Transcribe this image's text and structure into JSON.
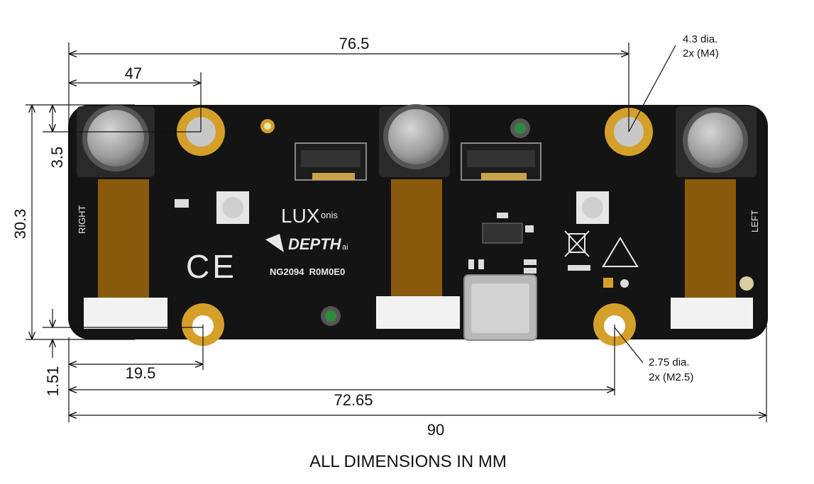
{
  "dimensions": {
    "top_holes_span": "76.5",
    "left_edge_to_hole": "47",
    "hole_offset_vertical": "3.5",
    "board_height": "30.3",
    "bottom_offset": "1.51",
    "left_edge_to_bottom_hole": "19.5",
    "bottom_holes_span": "72.65",
    "board_width": "90"
  },
  "callouts": {
    "top_hole_line1": "4.3 dia.",
    "top_hole_line2": "2x (M4)",
    "bottom_hole_line1": "2.75 dia.",
    "bottom_hole_line2": "2x (M2.5)"
  },
  "board_labels": {
    "right": "RIGHT",
    "left": "LEFT",
    "ce": "CE",
    "brand": "LUX",
    "brand_suffix": "onis",
    "depth": "DEPTH",
    "depth_suffix": "ai",
    "part_number": "NG2094  R0M0E0"
  },
  "footer": "ALL DIMENSIONS IN MM",
  "colors": {
    "board": "#141414",
    "pad_gold": "#d4a02a",
    "flex_cable": "#8a5a0c",
    "lens": "#a8a8a8"
  }
}
